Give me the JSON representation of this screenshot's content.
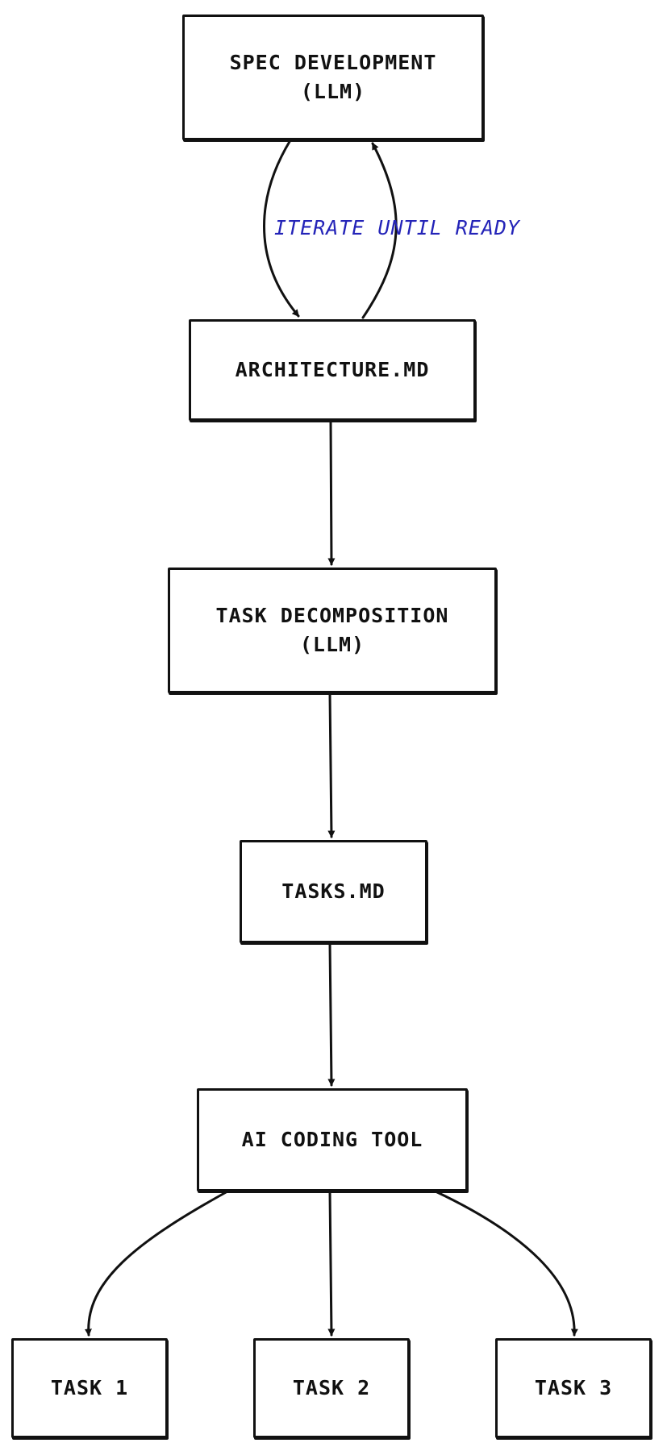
{
  "nodes": {
    "spec": {
      "line1": "SPEC DEVELOPMENT",
      "line2": "(LLM)"
    },
    "architecture": {
      "line1": "ARCHITECTURE.MD"
    },
    "decomposition": {
      "line1": "TASK DECOMPOSITION",
      "line2": "(LLM)"
    },
    "tasks_md": {
      "line1": "TASKS.MD"
    },
    "coding_tool": {
      "line1": "AI CODING TOOL"
    },
    "task1": {
      "line1": "TASK 1"
    },
    "task2": {
      "line1": "TASK 2"
    },
    "task3": {
      "line1": "TASK 3"
    }
  },
  "edges": {
    "iterate_label": "ITERATE UNTIL READY"
  },
  "colors": {
    "stroke": "#111111",
    "label": "#2424b8"
  }
}
